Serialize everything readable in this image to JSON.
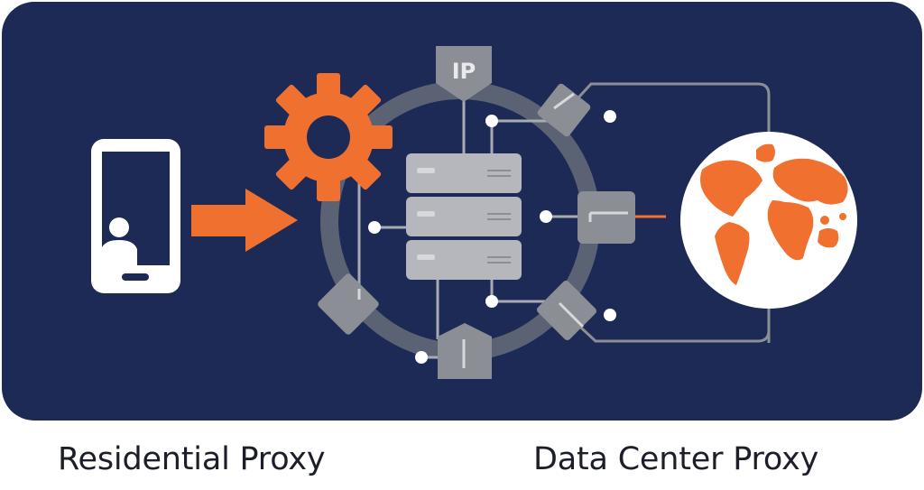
{
  "colors": {
    "panel": "#1c2a55",
    "accent": "#f0702f",
    "device": "#ffffff",
    "node": "#8c8e96",
    "node_dark": "#74767f",
    "ring": "#5b6274",
    "wire": "#a9abb3",
    "server_body": "#b6b7bd",
    "server_slot": "#d7d8dc",
    "globe_ocean": "#ffffff",
    "globe_land": "#f0702f",
    "caption": "#1c1f2a"
  },
  "icons": {
    "device": "smartphone-user-icon",
    "arrow": "arrow-right-icon",
    "gear": "gear-icon",
    "server": "server-rack-icon",
    "globe": "globe-icon"
  },
  "diagram": {
    "ip_node_label": "IP"
  },
  "labels": {
    "left": "Residential Proxy",
    "right": "Data Center Proxy"
  }
}
